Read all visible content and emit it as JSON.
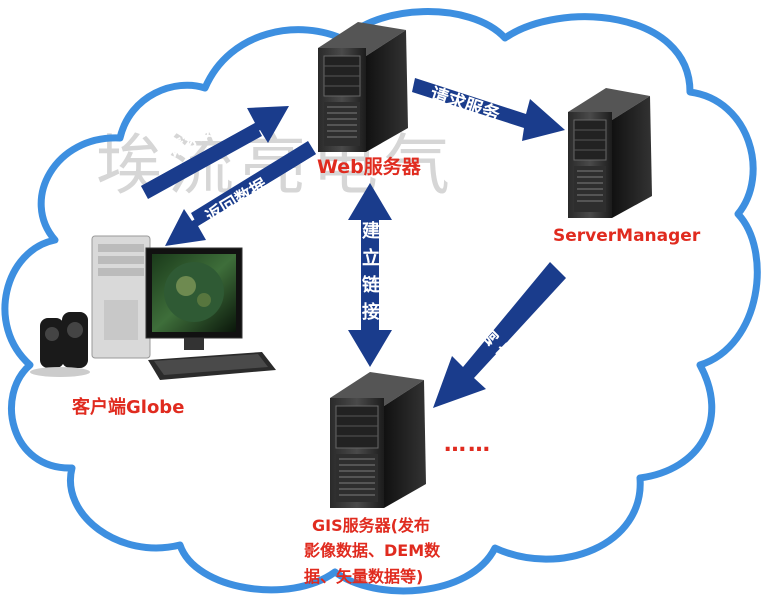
{
  "watermark": "埃流亮电气",
  "nodes": {
    "web_server": "Web服务器",
    "server_manager": "ServerManager",
    "client": "客户端Globe",
    "gis_server_line1": "GIS服务器(发布",
    "gis_server_line2": "影像数据、DEM数",
    "gis_server_line3": "据、矢量数据等)",
    "more": "……"
  },
  "arrows": {
    "request_data": "请求数据",
    "return_data": "返回数据",
    "request_service": "请求服务",
    "build_link": "建立链接",
    "dispatch": "调度"
  },
  "colors": {
    "cloud_stroke": "#3d8fe0",
    "arrow_fill": "#1a3c8c",
    "arrow_text": "#ffffff",
    "label_red": "#e02b1f"
  }
}
